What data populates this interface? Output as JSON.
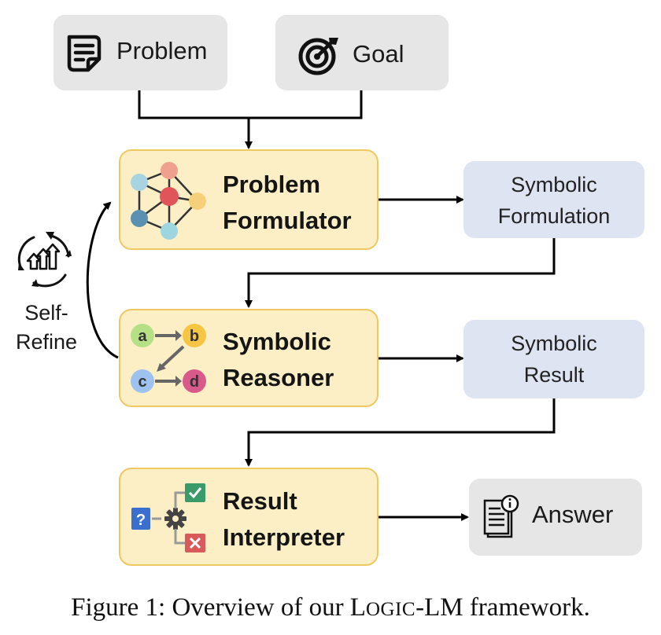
{
  "inputs": {
    "problem_label": "Problem",
    "goal_label": "Goal"
  },
  "modules": {
    "formulator": {
      "line1": "Problem",
      "line2": "Formulator"
    },
    "reasoner": {
      "line1": "Symbolic",
      "line2": "Reasoner"
    },
    "interpreter": {
      "line1": "Result",
      "line2": "Interpreter"
    }
  },
  "outputs": {
    "formulation": {
      "line1": "Symbolic",
      "line2": "Formulation"
    },
    "result": {
      "line1": "Symbolic",
      "line2": "Result"
    },
    "answer": "Answer"
  },
  "self_refine": {
    "line1": "Self-",
    "line2": "Refine"
  },
  "reasoner_icon_letters": [
    "a",
    "b",
    "c",
    "d"
  ],
  "caption": {
    "prefix": "Figure 1: Overview of our L",
    "smallcaps": "OGIC",
    "suffix": "-LM framework."
  },
  "colors": {
    "module_fill": "#fcefc6",
    "module_border": "#f0c860",
    "input_fill": "#e6e6e6",
    "output_fill": "#dfe4f2"
  }
}
